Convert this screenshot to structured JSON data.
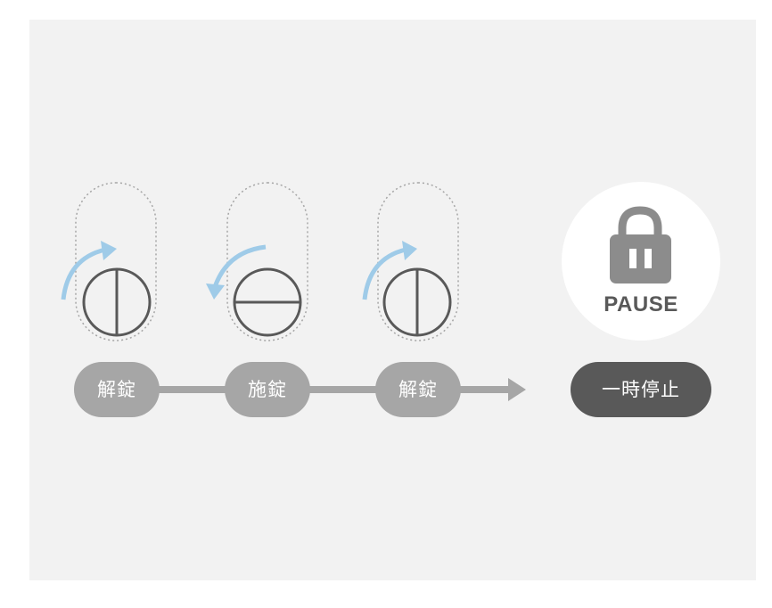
{
  "steps": [
    {
      "label": "解錠",
      "rotation": "clockwise",
      "knob": "vertical"
    },
    {
      "label": "施錠",
      "rotation": "counterclockwise",
      "knob": "horizontal"
    },
    {
      "label": "解錠",
      "rotation": "clockwise",
      "knob": "vertical"
    }
  ],
  "pause": {
    "status": "一時停止",
    "badge": "PAUSE",
    "icon": "padlock-pause-icon"
  },
  "colors": {
    "background": "#f2f2f2",
    "step_pill": "#a6a6a6",
    "pause_pill": "#595959",
    "arrow": "#9fcbe8",
    "knob": "#595959",
    "connector": "#a6a6a6"
  }
}
